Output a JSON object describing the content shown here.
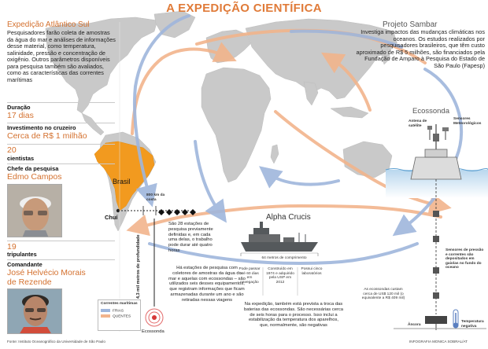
{
  "title": "A EXPEDIÇÃO CIENTÍFICA",
  "left_block": {
    "heading": "Expedição Atlântico Sul",
    "text": "Pesquisadores farão coleta de amostras da água do mar e análises de informações desse material, como temperatura, salinidade, pressão e concentração de oxigênio. Outros parâmetros disponíveis para pesquisa também são avaliados, como as características das correntes marítimas"
  },
  "stats": {
    "duration_label": "Duração",
    "duration_value": "17 dias",
    "investment_label": "Investimento no cruzeiro",
    "investment_value": "Cerca de R$ 1 milhão",
    "scientists_number": "20",
    "scientists_label": "cientistas",
    "chief_label": "Chefe da pesquisa",
    "chief_name": "Edmo Campos",
    "crew_number": "19",
    "crew_label": "tripulantes",
    "commander_label": "Comandante",
    "commander_name": "José Helvécio Morais de Rezende"
  },
  "right_block": {
    "heading": "Projeto Sambar",
    "text": "Investiga impactos das mudanças climáticas nos oceanos. Os estudos realizados por pesquisadores brasileiros, que têm custo aproximado de R$ 5 milhões, são financiados pela Fundação de Amparo à Pesquisa do Estado de São Paulo (Fapesp)"
  },
  "map": {
    "brasil": "Brasil",
    "chui": "Chuí",
    "distance": "800 km da costa",
    "stations": "São 28 estações de pesquisa previamente definidas e, em cada uma delas, o trabalho pode durar até quatro horas",
    "depth": "4,3 mil metros de profundidade",
    "stations_detail": "Há estações de pesquisa com coletores de amostras da água do mar e aquelas com ecossondas – são utilizados seis desses equipamentos, que registram informações que ficam armazenadas durante um ano e são retiradas nessas viagens",
    "ecossonda_bottom": "Ecossonda"
  },
  "ship": {
    "name": "Alpha Crucis",
    "length": "64 metros de comprimento",
    "fact1": "Pode passar até 60 dias em navegação",
    "fact2": "Construído em 1974 e adquirido pela USP em 2012",
    "fact3": "Possui cinco laboratórios"
  },
  "expedition_note": "Na expedição, também está prevista a troca das baterias das ecossondas. São necessárias cerca de seis horas para o processo. Isso inclui a estabilização da temperatura dos aparelhos, que, normalmente, são negativas",
  "ecossonda": {
    "heading": "Ecossonda",
    "antenna": "Antena de satélite",
    "sensors_meteo": "Sensores Meteorológicos",
    "sensors_bottom": "Sensores de pressão e correntes são depositados em gaiolas no fundo do oceano",
    "cost": "As ecossondas custam cerca de US$ 120 mil (o equivalente a R$ 409 mil)",
    "anchor": "Âncora",
    "temp": "Temperatura negativa"
  },
  "legend": {
    "title": "Correntes marítimas",
    "cold": "FRIAS",
    "warm": "QUENTES"
  },
  "footer": {
    "source": "Fonte: Instituto Oceanográfico da Universidade de São Paulo",
    "credit": "INFOGRAFIA MONICA SOBRAL/AT"
  },
  "colors": {
    "orange": "#e08a4f",
    "cold": "#9fb6dc",
    "warm": "#f2b48c",
    "land": "#c9c9c9",
    "brasil": "#f29a1f"
  }
}
